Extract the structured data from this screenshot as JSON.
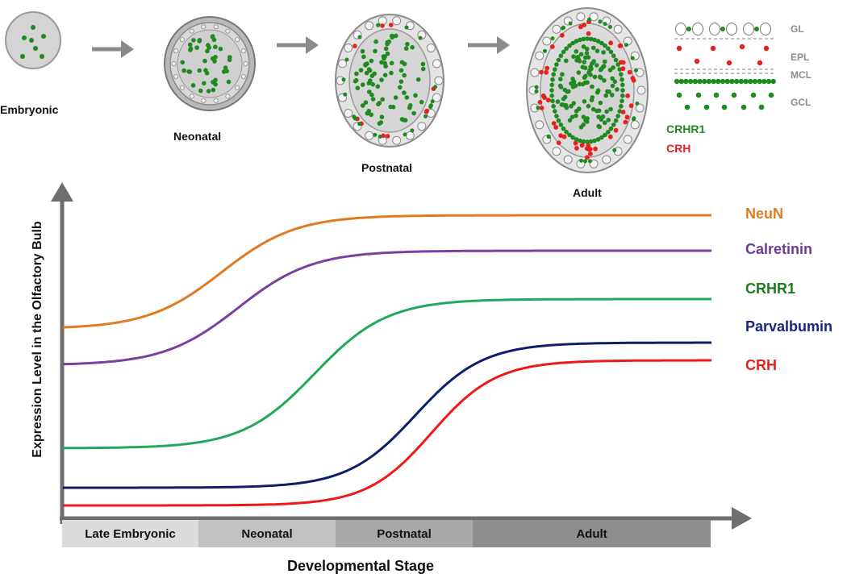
{
  "stages": {
    "embryonic": "Embryonic",
    "neonatal": "Neonatal",
    "postnatal": "Postnatal",
    "adult": "Adult"
  },
  "layers": [
    "GL",
    "EPL",
    "MCL",
    "GCL"
  ],
  "cell_legend": {
    "crhr1": {
      "label": "CRHR1",
      "color": "#1f8a1f"
    },
    "crh": {
      "label": "CRH",
      "color": "#e8201e"
    }
  },
  "chart_data": {
    "type": "line",
    "ylabel": "Expression Level in the Olfactory Bulb",
    "xlabel": "Developmental Stage",
    "categories": [
      "Late Embryonic",
      "Neonatal",
      "Postnatal",
      "Adult"
    ],
    "series": [
      {
        "name": "NeuN",
        "color": "#e07b20"
      },
      {
        "name": "Calretinin",
        "color": "#7b3fa0"
      },
      {
        "name": "CRHR1",
        "color": "#22a85a"
      },
      {
        "name": "Parvalbumin",
        "color": "#0d1f6b"
      },
      {
        "name": "CRH",
        "color": "#f01818"
      }
    ],
    "series_label_colors": {
      "NeuN": "#e07b20",
      "Calretinin": "#6b3a9a",
      "CRHR1": "#1f7a1f",
      "Parvalbumin": "#1a237e",
      "CRH": "#e8201e"
    }
  }
}
